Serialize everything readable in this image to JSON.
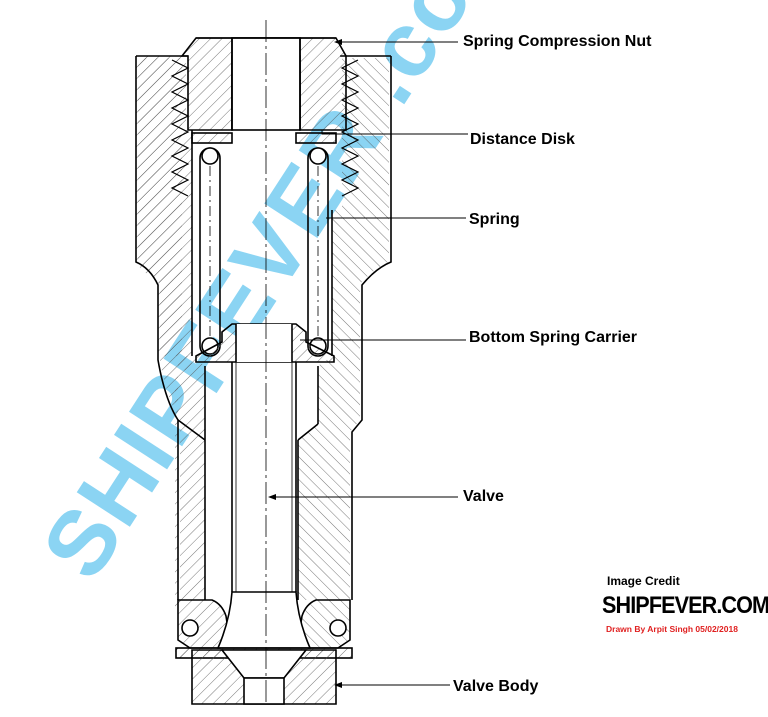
{
  "labels": {
    "spring_compression_nut": "Spring Compression Nut",
    "distance_disk": "Distance Disk",
    "spring": "Spring",
    "bottom_spring_carrier": "Bottom Spring Carrier",
    "valve": "Valve",
    "valve_body": "Valve Body"
  },
  "credit": {
    "title": "Image Credit",
    "brand": "SHIPFEVER.COM",
    "drawn_by": "Drawn By Arpit Singh  05/02/2018"
  },
  "watermark": {
    "text": "SHIPFEVER .com",
    "color": "#7fd0f2"
  },
  "colors": {
    "line": "#000000",
    "hatch": "#555555",
    "credit_note": "#e02020"
  }
}
